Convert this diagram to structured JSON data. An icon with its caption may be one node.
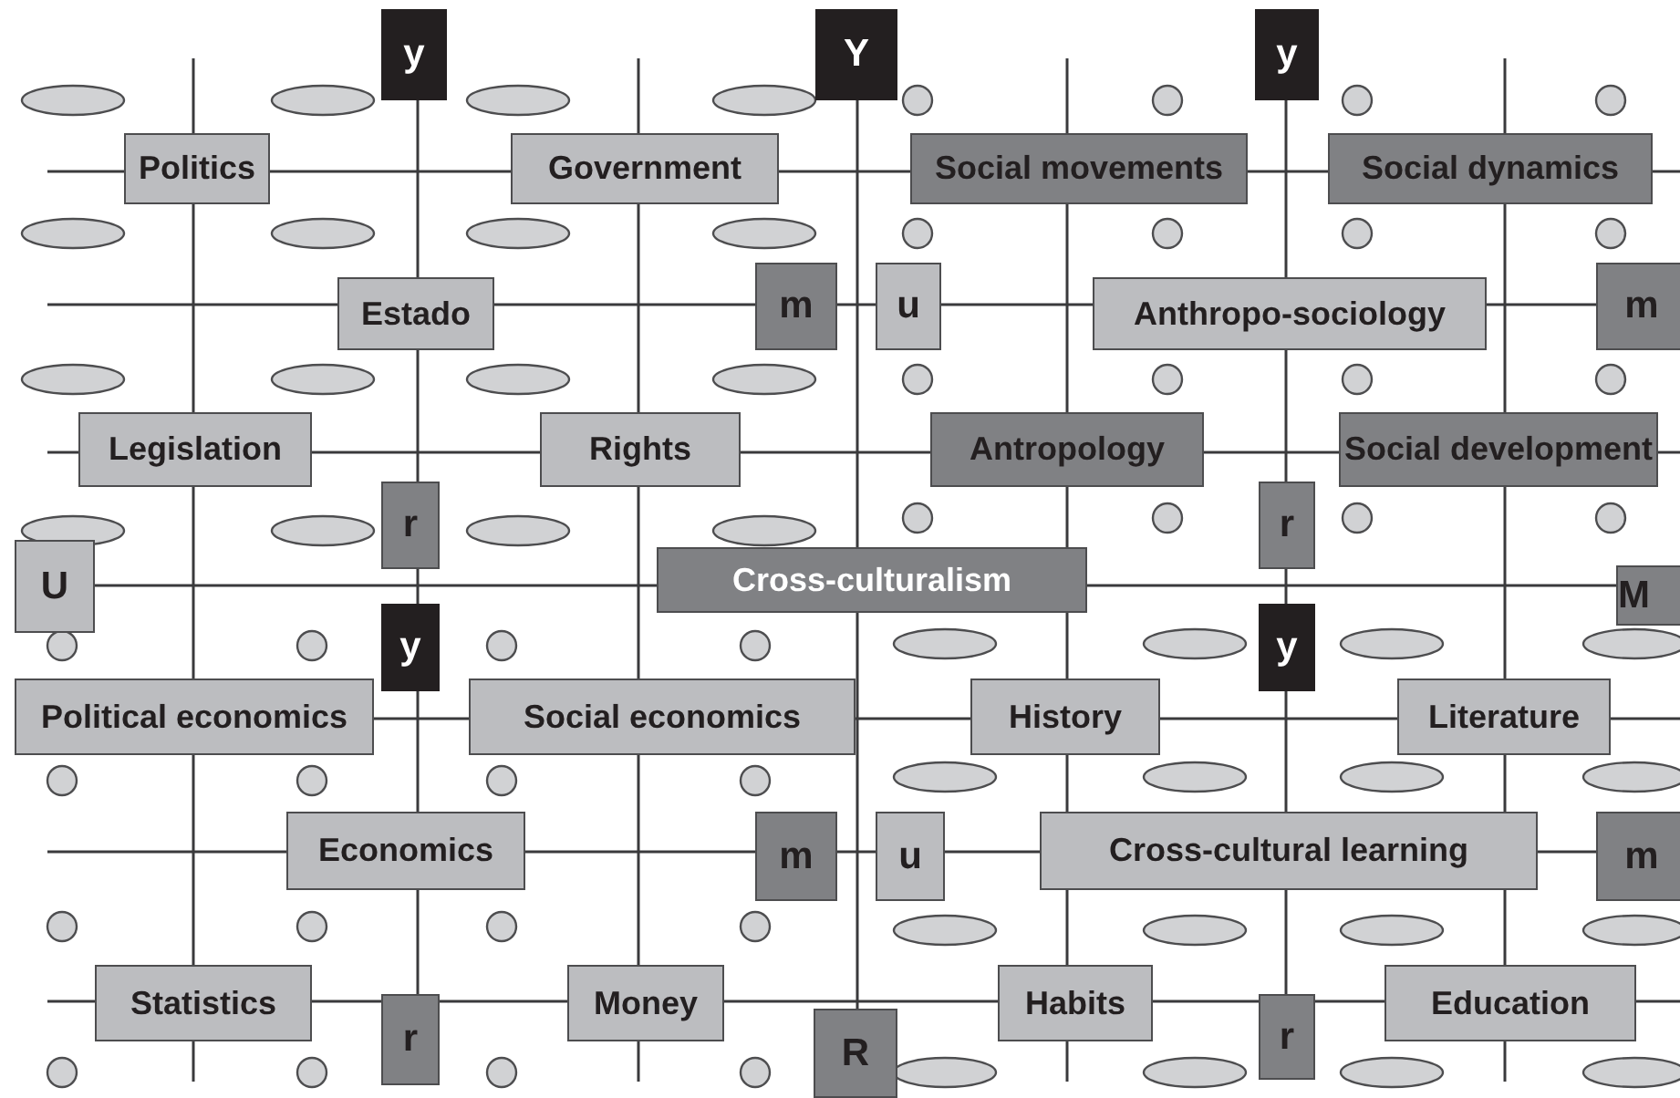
{
  "diagram": {
    "nodes": [
      {
        "text": [
          "y"
        ]
      },
      {
        "text": [
          "Y"
        ]
      },
      {
        "text": [
          "y"
        ]
      },
      {
        "text": [
          "Politics"
        ]
      },
      {
        "text": [
          "Government"
        ]
      },
      {
        "text": [
          "Social movements"
        ]
      },
      {
        "text": [
          "Social dynamics"
        ]
      },
      {
        "text": [
          "Estado"
        ]
      },
      {
        "text": [
          "m"
        ]
      },
      {
        "text": [
          "u"
        ]
      },
      {
        "text": [
          "Anthropo-sociology"
        ]
      },
      {
        "text": [
          "m"
        ]
      },
      {
        "text": [
          "Legislation"
        ]
      },
      {
        "text": [
          "Rights"
        ]
      },
      {
        "text": [
          "Antropology"
        ]
      },
      {
        "text": [
          "Social development"
        ]
      },
      {
        "text": [
          "r"
        ]
      },
      {
        "text": [
          "r"
        ]
      },
      {
        "text": [
          "U"
        ]
      },
      {
        "text": [
          "Cross-culturalism"
        ]
      },
      {
        "text": [
          "M"
        ]
      },
      {
        "text": [
          "y"
        ]
      },
      {
        "text": [
          "y"
        ]
      },
      {
        "text": [
          "Political economics"
        ]
      },
      {
        "text": [
          "Social economics"
        ]
      },
      {
        "text": [
          "History"
        ]
      },
      {
        "text": [
          "Literature"
        ]
      },
      {
        "text": [
          "Economics"
        ]
      },
      {
        "text": [
          "m"
        ]
      },
      {
        "text": [
          "u"
        ]
      },
      {
        "text": [
          "Cross-cultural learning"
        ]
      },
      {
        "text": [
          "m"
        ]
      },
      {
        "text": [
          "Statistics"
        ]
      },
      {
        "text": [
          "r"
        ]
      },
      {
        "text": [
          "Money"
        ]
      },
      {
        "text": [
          "Habits"
        ]
      },
      {
        "text": [
          "r"
        ]
      },
      {
        "text": [
          "Education"
        ]
      },
      {
        "text": [
          "R"
        ]
      }
    ],
    "edges": [
      {
        "from": null,
        "to": 3,
        "arrow": "none"
      },
      {
        "from": 3,
        "to": 4,
        "arrow": "none"
      },
      {
        "from": 4,
        "to": 5,
        "arrow": "none"
      },
      {
        "from": 5,
        "to": 6,
        "arrow": "none"
      },
      {
        "from": 6,
        "to": null,
        "arrow": "none"
      },
      {
        "from": null,
        "to": 7,
        "arrow": "none"
      },
      {
        "from": 7,
        "to": 8,
        "arrow": "none"
      },
      {
        "from": 8,
        "to": 9,
        "arrow": "none"
      },
      {
        "from": 9,
        "to": 10,
        "arrow": "none"
      },
      {
        "from": 10,
        "to": 11,
        "arrow": "none"
      },
      {
        "from": null,
        "to": 12,
        "arrow": "none"
      },
      {
        "from": 12,
        "to": 13,
        "arrow": "none"
      },
      {
        "from": 13,
        "to": 14,
        "arrow": "none"
      },
      {
        "from": 14,
        "to": 15,
        "arrow": "none"
      },
      {
        "from": 15,
        "to": null,
        "arrow": "none"
      },
      {
        "from": 18,
        "to": 19,
        "arrow": "none"
      },
      {
        "from": 19,
        "to": 20,
        "arrow": "none"
      },
      {
        "from": 23,
        "to": 24,
        "arrow": "none"
      },
      {
        "from": 24,
        "to": 25,
        "arrow": "none"
      },
      {
        "from": 25,
        "to": 26,
        "arrow": "none"
      },
      {
        "from": 26,
        "to": null,
        "arrow": "none"
      },
      {
        "from": null,
        "to": 27,
        "arrow": "none"
      },
      {
        "from": 27,
        "to": 28,
        "arrow": "none"
      },
      {
        "from": 28,
        "to": 29,
        "arrow": "none"
      },
      {
        "from": 29,
        "to": 30,
        "arrow": "none"
      },
      {
        "from": 30,
        "to": 31,
        "arrow": "none"
      },
      {
        "from": null,
        "to": 32,
        "arrow": "none"
      },
      {
        "from": 32,
        "to": 33,
        "arrow": "none"
      },
      {
        "from": 33,
        "to": 34,
        "arrow": "none"
      },
      {
        "from": 34,
        "to": 35,
        "arrow": "none"
      },
      {
        "from": 35,
        "to": 36,
        "arrow": "none"
      },
      {
        "from": 36,
        "to": 37,
        "arrow": "none"
      },
      {
        "from": 37,
        "to": null,
        "arrow": "none"
      },
      {
        "from": null,
        "to": 3,
        "arrow": "none"
      },
      {
        "from": 3,
        "to": 12,
        "arrow": "none"
      },
      {
        "from": 12,
        "to": 23,
        "arrow": "none"
      },
      {
        "from": 23,
        "to": 32,
        "arrow": "none"
      },
      {
        "from": 32,
        "to": null,
        "arrow": "none"
      },
      {
        "from": 0,
        "to": 7,
        "arrow": "none"
      },
      {
        "from": 7,
        "to": 16,
        "arrow": "none"
      },
      {
        "from": 16,
        "to": 21,
        "arrow": "none"
      },
      {
        "from": 21,
        "to": 27,
        "arrow": "none"
      },
      {
        "from": 27,
        "to": 33,
        "arrow": "none"
      },
      {
        "from": null,
        "to": 4,
        "arrow": "none"
      },
      {
        "from": 4,
        "to": 13,
        "arrow": "none"
      },
      {
        "from": 13,
        "to": 24,
        "arrow": "none"
      },
      {
        "from": 24,
        "to": 34,
        "arrow": "none"
      },
      {
        "from": 34,
        "to": null,
        "arrow": "none"
      },
      {
        "from": 1,
        "to": 19,
        "arrow": "none"
      },
      {
        "from": 19,
        "to": 38,
        "arrow": "none"
      },
      {
        "from": null,
        "to": 5,
        "arrow": "none"
      },
      {
        "from": 5,
        "to": 14,
        "arrow": "none"
      },
      {
        "from": 14,
        "to": 19,
        "arrow": "none"
      },
      {
        "from": 19,
        "to": 25,
        "arrow": "none"
      },
      {
        "from": 25,
        "to": 30,
        "arrow": "none"
      },
      {
        "from": 30,
        "to": 35,
        "arrow": "none"
      },
      {
        "from": 35,
        "to": null,
        "arrow": "none"
      },
      {
        "from": 2,
        "to": 10,
        "arrow": "none"
      },
      {
        "from": 10,
        "to": 17,
        "arrow": "none"
      },
      {
        "from": 17,
        "to": 22,
        "arrow": "none"
      },
      {
        "from": 22,
        "to": 30,
        "arrow": "none"
      },
      {
        "from": 30,
        "to": 36,
        "arrow": "none"
      },
      {
        "from": null,
        "to": 6,
        "arrow": "none"
      },
      {
        "from": 6,
        "to": 15,
        "arrow": "none"
      },
      {
        "from": 15,
        "to": 26,
        "arrow": "none"
      },
      {
        "from": 26,
        "to": 30,
        "arrow": "none"
      },
      {
        "from": 30,
        "to": 37,
        "arrow": "none"
      },
      {
        "from": 37,
        "to": null,
        "arrow": "none"
      }
    ]
  }
}
